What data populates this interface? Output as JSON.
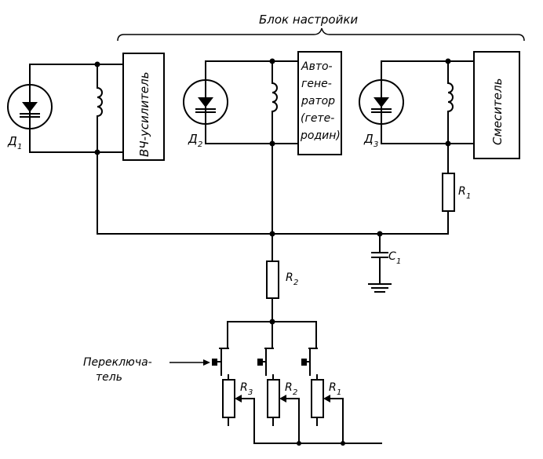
{
  "title": "Блок настройки",
  "blocks": {
    "rf_amp": "ВЧ-усилитель",
    "osc_line1": "Авто-",
    "osc_line2": "гене-",
    "osc_line3": "ратор",
    "osc_line4": "(гете-",
    "osc_line5": "родин)",
    "mixer": "Смеситель"
  },
  "labels": {
    "d1": "Д",
    "d1_sub": "1",
    "d2": "Д",
    "d2_sub": "2",
    "d3": "Д",
    "d3_sub": "3",
    "r1": "R",
    "r1_sub": "1",
    "r2": "R",
    "r2_sub": "2",
    "c1": "C",
    "c1_sub": "1",
    "sw_r3": "R",
    "sw_r3_sub": "3",
    "sw_r2": "R",
    "sw_r2_sub": "2",
    "sw_r1": "R",
    "sw_r1_sub": "1"
  },
  "switch_label_line1": "Переключа-",
  "switch_label_line2": "тель"
}
